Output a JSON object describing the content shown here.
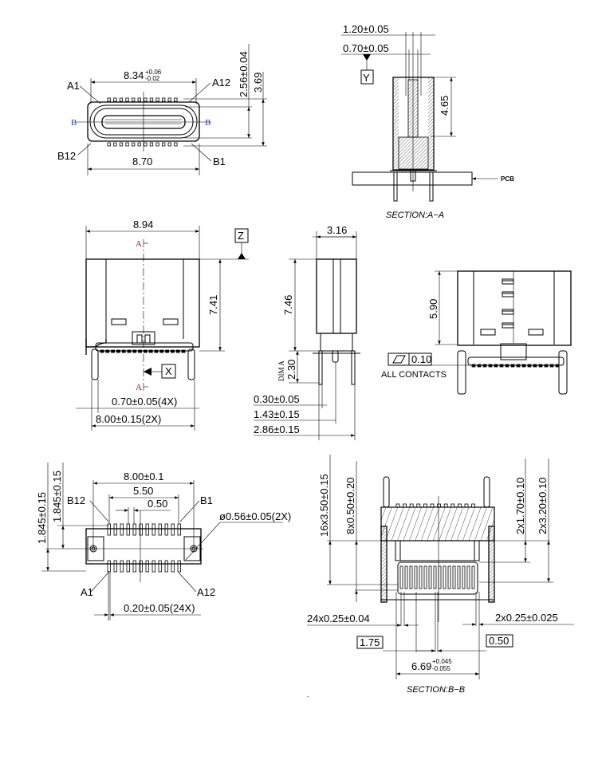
{
  "front_view": {
    "width_top": "8.34",
    "width_top_tol_plus": "+0.06",
    "width_top_tol_minus": "-0.02",
    "width_bottom": "8.70",
    "height_inner": "2.56±0.04",
    "height_outer": "3.69",
    "pin_labels": {
      "a1": "A1",
      "a12": "A12",
      "b12": "B12",
      "b1": "B1"
    },
    "section_marker": "B"
  },
  "section_a": {
    "dim_outer": "1.20±0.05",
    "dim_inner": "0.70±0.05",
    "datum": "Y",
    "depth": "4.65",
    "pcb_label": "PCB",
    "caption": "SECTION:A−A"
  },
  "top_view": {
    "width": "8.94",
    "datum_z": "Z",
    "datum_x": "X",
    "height": "7.41",
    "section_marker": "A",
    "pin_pitch": "0.70±0.05(4X)",
    "leg_span": "8.00±0.15(2X)"
  },
  "side_view": {
    "width": "3.16",
    "height": "7.46",
    "dim_a_label": "DIM A",
    "dim_a": "2.30",
    "dims": [
      "0.30±0.05",
      "1.43±0.15",
      "2.86±0.15"
    ]
  },
  "rear_view": {
    "height": "5.90",
    "flatness": "0.10",
    "flatness_note": "ALL CONTACTS"
  },
  "footprint": {
    "span": "8.00±0.1",
    "row_span": "5.50",
    "pitch": "0.50",
    "offset_outer": "1.845±0.15",
    "offset_inner": "1.845±0.15",
    "hole": "ø0.56±0.05(2X)",
    "pad_width": "0.20±0.05(24X)",
    "pin_labels": {
      "b12": "B12",
      "b1": "B1",
      "a1": "A1",
      "a12": "A12"
    }
  },
  "section_b": {
    "dim_16x": "16x3.50±0.15",
    "dim_8x": "8x0.50±0.20",
    "dim_2x170": "2x1.70±0.10",
    "dim_2x320": "2x3.20±0.10",
    "contact_width": "24x0.25±0.04",
    "side_contact_width": "2x0.25±0.025",
    "basic_175": "1.75",
    "basic_050": "0.50",
    "span": "6.69",
    "span_tol_plus": "+0.045",
    "span_tol_minus": "-0.055",
    "caption": "SECTION:B−B"
  },
  "footer_mark": "-"
}
